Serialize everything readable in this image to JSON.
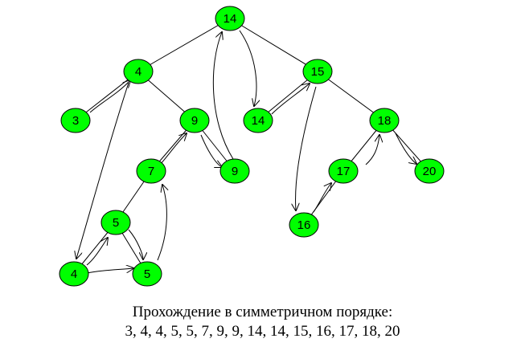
{
  "colors": {
    "node_fill": "#00ff00",
    "stroke": "#000000",
    "background": "#ffffff"
  },
  "nodes": [
    {
      "id": "n14r",
      "label": "14"
    },
    {
      "id": "n4",
      "label": "4"
    },
    {
      "id": "n15",
      "label": "15"
    },
    {
      "id": "n3",
      "label": "3"
    },
    {
      "id": "n9a",
      "label": "9"
    },
    {
      "id": "n14b",
      "label": "14"
    },
    {
      "id": "n18",
      "label": "18"
    },
    {
      "id": "n7",
      "label": "7"
    },
    {
      "id": "n9b",
      "label": "9"
    },
    {
      "id": "n17",
      "label": "17"
    },
    {
      "id": "n20",
      "label": "20"
    },
    {
      "id": "n5a",
      "label": "5"
    },
    {
      "id": "n16",
      "label": "16"
    },
    {
      "id": "n4b",
      "label": "4"
    },
    {
      "id": "n5b",
      "label": "5"
    }
  ],
  "edges": [
    {
      "from": "n14r",
      "to": "n4"
    },
    {
      "from": "n14r",
      "to": "n15"
    },
    {
      "from": "n4",
      "to": "n3"
    },
    {
      "from": "n4",
      "to": "n9a"
    },
    {
      "from": "n9a",
      "to": "n7"
    },
    {
      "from": "n9a",
      "to": "n9b"
    },
    {
      "from": "n7",
      "to": "n5a"
    },
    {
      "from": "n5a",
      "to": "n4b"
    },
    {
      "from": "n5a",
      "to": "n5b"
    },
    {
      "from": "n15",
      "to": "n14b"
    },
    {
      "from": "n15",
      "to": "n18"
    },
    {
      "from": "n18",
      "to": "n17"
    },
    {
      "from": "n18",
      "to": "n20"
    },
    {
      "from": "n17",
      "to": "n16"
    }
  ],
  "caption": {
    "title": "Прохождение в симметричном порядке:",
    "sequence": "3, 4, 4, 5, 5, 7, 9, 9, 14, 14, 15, 16, 17, 18, 20"
  }
}
